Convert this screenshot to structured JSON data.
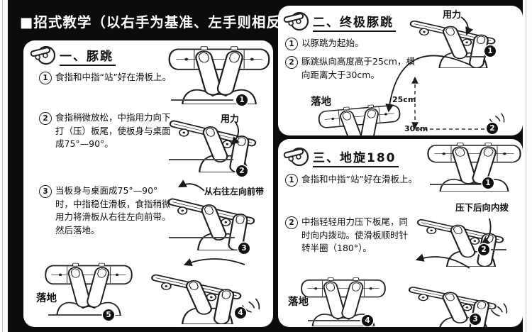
{
  "page": {
    "title": "■招式教学（以右手为基准、左手则相反）"
  },
  "colors": {
    "background": "#0c0c0c",
    "panel": "#ffffff",
    "ink": "#111111",
    "guide_line": "#4a4a4a"
  },
  "panels": {
    "trick1": {
      "title": "一、豚跳",
      "steps": [
        {
          "num": "1",
          "text": "食指和中指“站”好在滑板上。"
        },
        {
          "num": "2",
          "text": "食指稍微放松，中指用力向下打（压）板尾，使板身与桌面成75°—90°。"
        },
        {
          "num": "3",
          "text": "当板身与桌面成75°—90°时，中指稳住滑板，食指稍微用力将滑板从右往左向前带。然后落地。"
        }
      ],
      "labels": {
        "force": "用力",
        "drag": "从右往左向前带",
        "land": "落地"
      },
      "markers": [
        "1",
        "2",
        "3",
        "4",
        "5"
      ]
    },
    "trick2": {
      "title": "二、终极豚跳",
      "steps": [
        {
          "num": "1",
          "text": "以豚跳为起始。"
        },
        {
          "num": "2",
          "text": "豚跳纵向高度高于25cm，横向距离大于30cm。"
        }
      ],
      "labels": {
        "force": "用力",
        "land": "落地",
        "height": "25cm",
        "distance": "30cm"
      },
      "markers": [
        "1",
        "2"
      ]
    },
    "trick3": {
      "title": "三、地旋180",
      "steps": [
        {
          "num": "1",
          "text": "食指和中指“站”好在滑板上。"
        },
        {
          "num": "2",
          "text": "中指轻轻用力压下板尾，同时向内拨动。使滑板顺时针转半圈（180°）。"
        }
      ],
      "labels": {
        "press": "压下后向内拨",
        "land": "落地"
      },
      "markers": [
        "1",
        "2",
        "3",
        "4"
      ]
    }
  }
}
